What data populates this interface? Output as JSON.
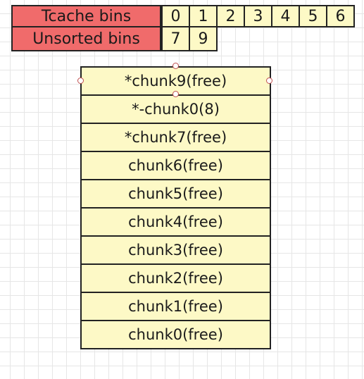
{
  "tcache": {
    "label": "Tcache bins",
    "cells": [
      "0",
      "1",
      "2",
      "3",
      "4",
      "5",
      "6"
    ]
  },
  "unsorted": {
    "label": "Unsorted bins",
    "cells": [
      "7",
      "9"
    ]
  },
  "chunks": [
    "*chunk9(free)",
    "*-chunk0(8)",
    "*chunk7(free)",
    "chunk6(free)",
    "chunk5(free)",
    "chunk4(free)",
    "chunk3(free)",
    "chunk2(free)",
    "chunk1(free)",
    "chunk0(free)"
  ],
  "colors": {
    "label_fill": "#f06b6b",
    "cell_fill": "#fdf9c6",
    "border": "#222222",
    "selection_handle": "#c05050"
  }
}
